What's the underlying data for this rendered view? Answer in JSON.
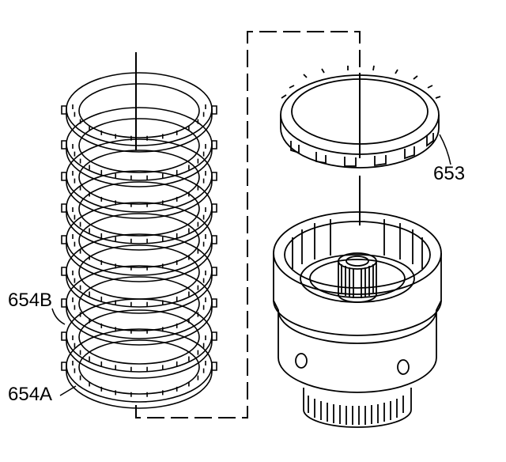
{
  "labels": {
    "part_653": "653",
    "part_654b": "654B",
    "part_654a": "654A"
  },
  "colors": {
    "line": "#000000",
    "background": "#ffffff"
  },
  "parts": [
    {
      "id": "653",
      "description_visible": false
    },
    {
      "id": "654B",
      "description_visible": false
    },
    {
      "id": "654A",
      "description_visible": false
    }
  ]
}
